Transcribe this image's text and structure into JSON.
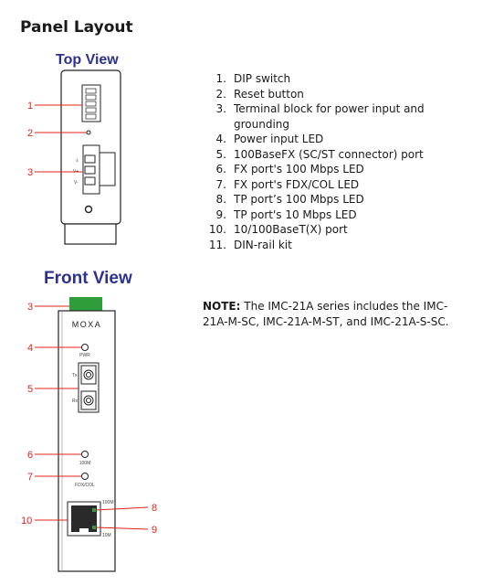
{
  "page_title": "Panel Layout",
  "top_view_title": "Top View",
  "front_view_title": "Front View",
  "callouts": {
    "top": [
      "1",
      "2",
      "3"
    ],
    "front": [
      "3",
      "4",
      "5",
      "6",
      "7",
      "10",
      "8",
      "9"
    ]
  },
  "device_labels": {
    "brand": "MOXA",
    "pwr": "PWR",
    "tx": "Tx",
    "rx": "Rx",
    "led_100m": "100M",
    "fdx_col": "FDX/COL",
    "port_100m": "100M",
    "port_10m": "10M",
    "tb_ground": "⏚",
    "tb_vplus": "V+",
    "tb_vminus": "V-"
  },
  "parts": [
    {
      "num": "1.",
      "text": "DIP switch"
    },
    {
      "num": "2.",
      "text": "Reset button"
    },
    {
      "num": "3.",
      "text": "Terminal block for power input and grounding"
    },
    {
      "num": "4.",
      "text": "Power input LED"
    },
    {
      "num": "5.",
      "text": "100BaseFX (SC/ST connector) port"
    },
    {
      "num": "6.",
      "text": "FX port's 100 Mbps LED"
    },
    {
      "num": "7.",
      "text": "FX port's FDX/COL LED"
    },
    {
      "num": "8.",
      "text": "TP port’s 100 Mbps LED"
    },
    {
      "num": "9.",
      "text": "TP port's 10 Mbps LED"
    },
    {
      "num": "10.",
      "text": "10/100BaseT(X) port"
    },
    {
      "num": "11.",
      "text": "DIN-rail kit"
    }
  ],
  "note": {
    "label": "NOTE:",
    "text": " The IMC-21A series includes the IMC-21A-M-SC, IMC-21A-M-ST, and IMC-21A-S-SC."
  },
  "colors": {
    "title_blue": "#2e3192",
    "callout_red": "#e2231a",
    "terminal_green": "#2f9e3a"
  }
}
